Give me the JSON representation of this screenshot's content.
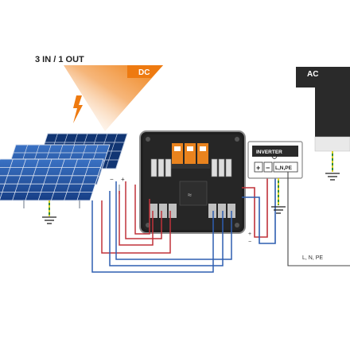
{
  "labels": {
    "title": "3 IN / 1 OUT",
    "dc": "DC",
    "ac": "AC",
    "inverter": "INVERTER",
    "plus": "+",
    "minus": "−",
    "lnpe_box": "L,N,PE",
    "lnpe_line": "L, N, PE",
    "panel_minus": "−",
    "panel_plus": "+",
    "wire_plus": "+",
    "wire_minus": "−"
  },
  "colors": {
    "positive_wire": "#c0323a",
    "negative_wire": "#2f5fb0",
    "dc_gradient_start": "#f28a1a",
    "ac_block": "#2a2a2a",
    "ground_wire": "#c9c21a",
    "solar_cell": "#1d4d9a",
    "fuse_orange": "#e9831e",
    "board_black": "#1f1f1f"
  },
  "icons": {
    "lightning": "lightning-bolt-icon",
    "ground": "ground-symbol-icon",
    "wave": "sine-wave-icon"
  }
}
